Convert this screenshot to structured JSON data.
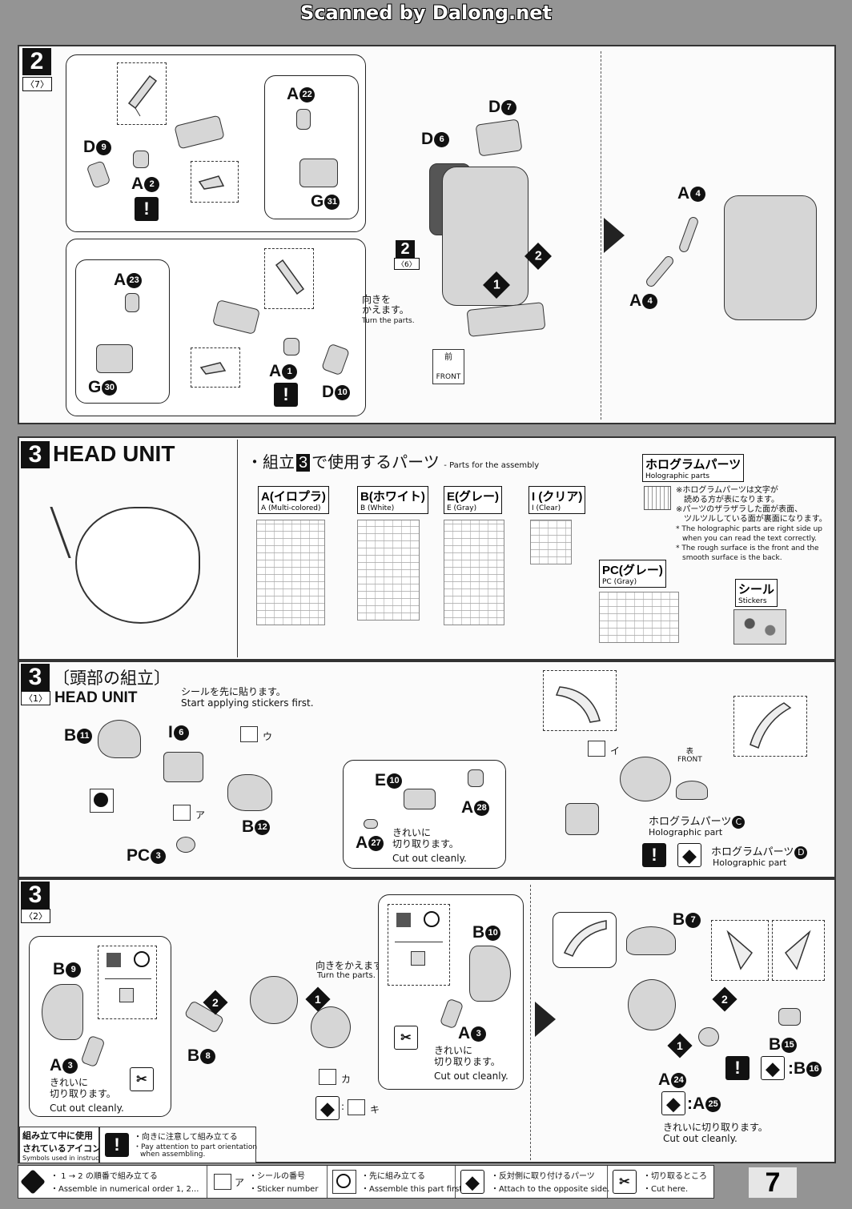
{
  "watermark": "Scanned by Dalong.net",
  "step_2_7": {
    "step": "2",
    "sub": "〈7〉",
    "labels": {
      "d9": "D",
      "d9_n": "9",
      "a2": "A",
      "a2_n": "2",
      "a22": "A",
      "a22_n": "22",
      "g31": "G",
      "g31_n": "31",
      "a23": "A",
      "a23_n": "23",
      "g30": "G",
      "g30_n": "30",
      "a1": "A",
      "a1_n": "1",
      "d10": "D",
      "d10_n": "10",
      "d7": "D",
      "d7_n": "7",
      "d6": "D",
      "d6_n": "6",
      "a4_top": "A",
      "a4_bottom": "A",
      "a4_n": "4"
    },
    "ref_step": "2",
    "ref_sub": "〈6〉",
    "turn_jp": "向きを\nかえます。",
    "turn_en": "Turn the parts.",
    "front_jp": "前",
    "front_en": "FRONT",
    "order1": "1",
    "order2": "2"
  },
  "step_3_parts": {
    "step": "3",
    "title": "HEAD UNIT",
    "heading_jp_pre": "・組立",
    "heading_step": "3",
    "heading_jp_post": "で使用するパーツ",
    "heading_en": "- Parts for the assembly",
    "runners": [
      {
        "jp": "A(イロプラ)",
        "en": "A (Multi-colored)"
      },
      {
        "jp": "B(ホワイト)",
        "en": "B (White)"
      },
      {
        "jp": "E(グレー)",
        "en": "E (Gray)"
      },
      {
        "jp": "I (クリア)",
        "en": "I (Clear)"
      },
      {
        "jp": "PC(グレー)",
        "en": "PC (Gray)"
      }
    ],
    "holo_jp": "ホログラムパーツ",
    "holo_en": "Holographic parts",
    "holo_note_jp1": "※ホログラムパーツは文字が",
    "holo_note_jp2": "読める方が表になります。",
    "holo_note_jp3": "※パーツのザラザラした面が表面、",
    "holo_note_jp4": "ツルツルしている面が裏面になります。",
    "holo_note_en1": "* The holographic parts are right side up",
    "holo_note_en2": "when you can read the text correctly.",
    "holo_note_en3": "* The rough surface is the front and the",
    "holo_note_en4": "smooth surface is the back.",
    "sticker_jp": "シール",
    "sticker_en": "Stickers"
  },
  "step_3_1": {
    "step": "3",
    "sub": "〈1〉",
    "title_jp": "〔頭部の組立〕",
    "title_en": "HEAD UNIT",
    "note_jp": "シールを先に貼ります。",
    "note_en": "Start applying stickers first.",
    "labels": {
      "b11": "B",
      "b11_n": "11",
      "i6": "I",
      "i6_n": "6",
      "b12": "B",
      "b12_n": "12",
      "pc3": "PC",
      "pc3_n": "3",
      "e10": "E",
      "e10_n": "10",
      "a28": "A",
      "a28_n": "28",
      "a27": "A",
      "a27_n": "27"
    },
    "sticker_u": "ウ",
    "sticker_a": "ア",
    "sticker_i": "イ",
    "cut_jp": "きれいに\n切り取ります。",
    "cut_en": "Cut out cleanly.",
    "front_jp": "表",
    "front_en": "FRONT",
    "holo_c_jp": "ホログラムパーツ",
    "holo_c_n": "C",
    "holo_c_en": "Holographic part",
    "holo_d_jp": "ホログラムパーツ",
    "holo_d_n": "D",
    "holo_d_en": "Holographic part"
  },
  "step_3_2": {
    "step": "3",
    "sub": "〈2〉",
    "labels": {
      "b9": "B",
      "b9_n": "9",
      "a3_left": "A",
      "a3_n": "3",
      "b8": "B",
      "b8_n": "8",
      "b10": "B",
      "b10_n": "10",
      "a3_mid": "A",
      "b7": "B",
      "b7_n": "7",
      "b15": "B",
      "b15_n": "15",
      "b16": "B",
      "b16_n": "16",
      "a24": "A",
      "a24_n": "24",
      "a25": "A",
      "a25_n": "25"
    },
    "turn_jp": "向きをかえます。",
    "turn_en": "Turn the parts.",
    "cut_jp": "きれいに\n切り取ります。",
    "cut_en": "Cut out cleanly.",
    "cut_jp_line": "きれいに切り取ります。",
    "sticker_ka": "カ",
    "sticker_ki": "キ",
    "order1": "1",
    "order2": "2"
  },
  "icons_box": {
    "title_jp1": "組み立て中に使用",
    "title_jp2": "されているアイコン",
    "title_en": "Symbols used in instructions",
    "orient_jp": "・向きに注意して組み立てる",
    "orient_en1": "・Pay attention to part orientation",
    "orient_en2": "when assembling."
  },
  "legend": [
    {
      "jp": "・ 1 → 2 の順番で組み立てる",
      "en": "・Assemble in numerical order 1, 2..."
    },
    {
      "jp": "・シールの番号",
      "en": "・Sticker number",
      "mark": "ア"
    },
    {
      "jp": "・先に組み立てる",
      "en": "・Assemble this part first."
    },
    {
      "jp": "・反対側に取り付けるパーツ",
      "en": "・Attach to the opposite side."
    },
    {
      "jp": "・切り取るところ",
      "en": "・Cut here."
    }
  ],
  "page_number": "7"
}
